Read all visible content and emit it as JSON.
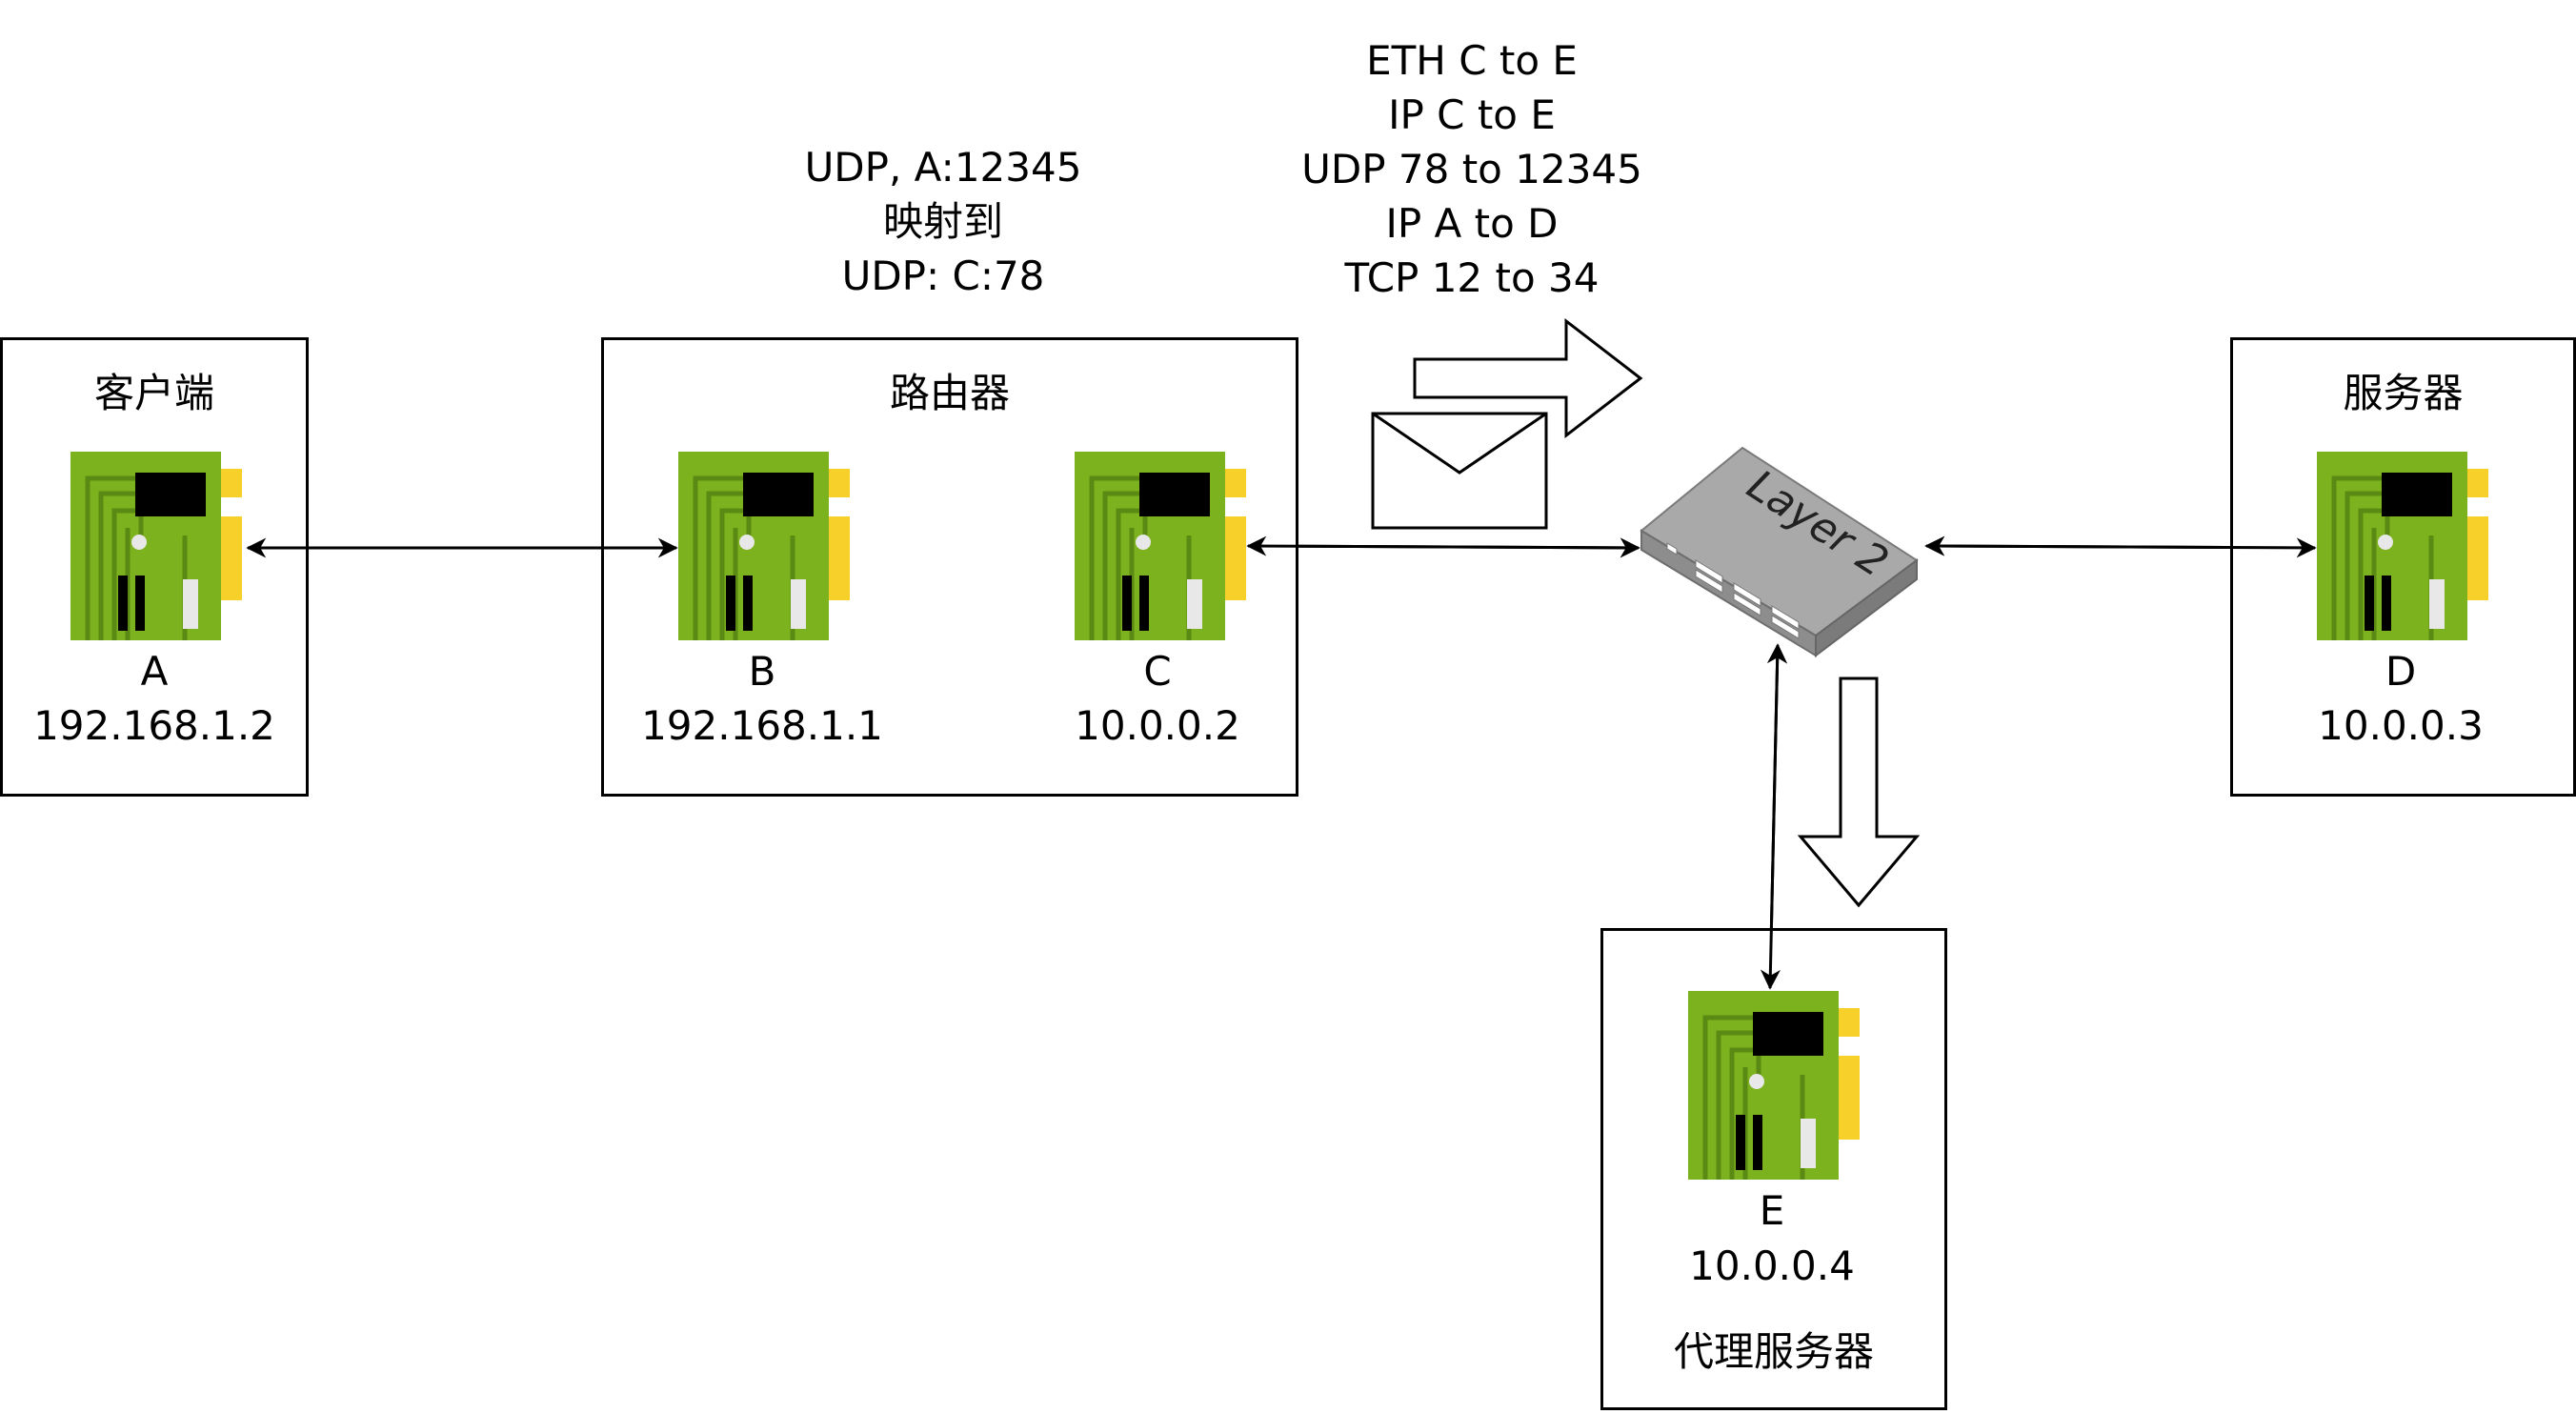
{
  "nodes": {
    "client": {
      "title": "客户端",
      "nic_name": "A",
      "nic_ip": "192.168.1.2"
    },
    "router": {
      "title": "路由器",
      "nic_b": {
        "name": "B",
        "ip": "192.168.1.1"
      },
      "nic_c": {
        "name": "C",
        "ip": "10.0.0.2"
      }
    },
    "server": {
      "title": "服务器",
      "nic_name": "D",
      "nic_ip": "10.0.0.3"
    },
    "proxy": {
      "title": "代理服务器",
      "nic_name": "E",
      "nic_ip": "10.0.0.4"
    }
  },
  "switch": {
    "label": "Layer 2"
  },
  "nat_note": {
    "line1": "UDP, A:12345",
    "line2": "映射到",
    "line3": "UDP: C:78"
  },
  "packet_note": {
    "line1": "ETH C to E",
    "line2": "IP C to E",
    "line3": "UDP 78 to 12345",
    "line4": "IP A to D",
    "line5": "TCP 12 to 34"
  },
  "icons": {
    "nic": "network-card-icon",
    "switch": "layer2-switch-icon",
    "packet": "envelope-icon",
    "arrow_right": "right-arrow-icon",
    "arrow_down": "down-arrow-icon"
  },
  "colors": {
    "nic_board": "#7db21f",
    "nic_contacts": "#f7d12a",
    "chip": "#000000",
    "switch_body": "#a3a3a3"
  }
}
